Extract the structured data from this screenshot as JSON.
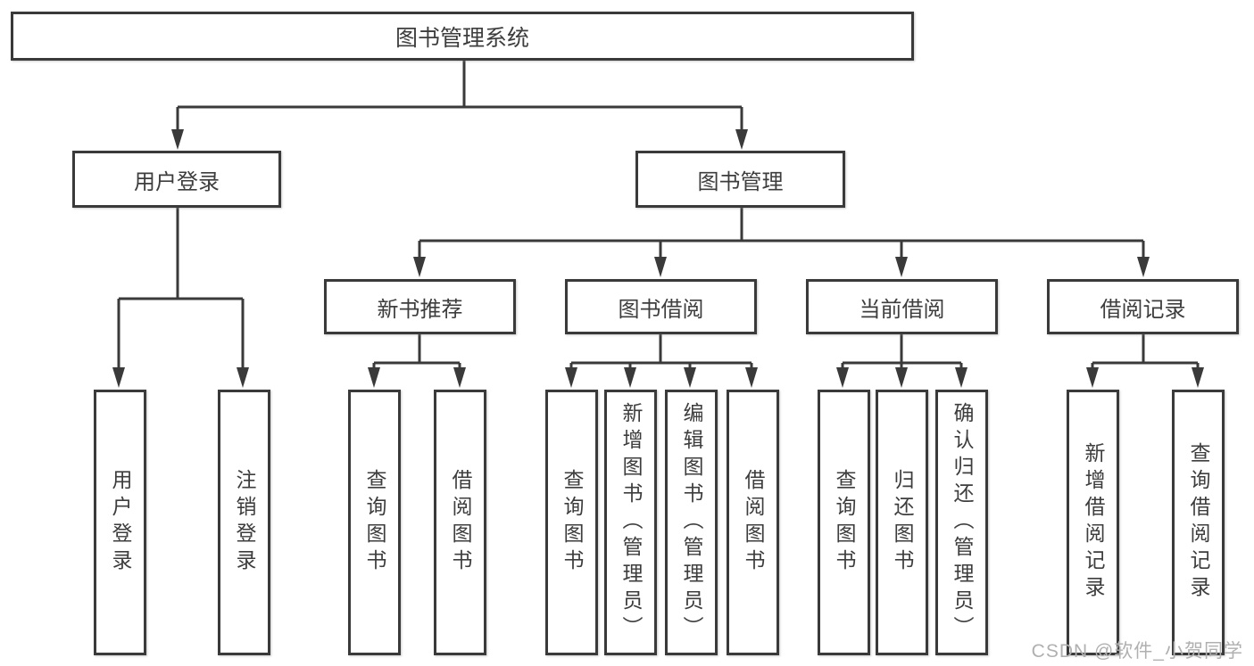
{
  "tree": {
    "label": "图书管理系统",
    "children": [
      {
        "label": "用户登录",
        "children": [
          {
            "label": "用户登录"
          },
          {
            "label": "注销登录"
          }
        ]
      },
      {
        "label": "图书管理",
        "children": [
          {
            "label": "新书推荐",
            "children": [
              {
                "label": "查询图书"
              },
              {
                "label": "借阅图书"
              }
            ]
          },
          {
            "label": "图书借阅",
            "children": [
              {
                "label": "查询图书"
              },
              {
                "label": "新增图书（管理员）"
              },
              {
                "label": "编辑图书（管理员）"
              },
              {
                "label": "借阅图书"
              }
            ]
          },
          {
            "label": "当前借阅",
            "children": [
              {
                "label": "查询图书"
              },
              {
                "label": "归还图书"
              },
              {
                "label": "确认归还（管理员）"
              }
            ]
          },
          {
            "label": "借阅记录",
            "children": [
              {
                "label": "新增借阅记录"
              },
              {
                "label": "查询借阅记录"
              }
            ]
          }
        ]
      }
    ]
  },
  "watermark": {
    "text": "CSDN @软件_小贺同学"
  },
  "colors": {
    "line_color": "#3a3a3a",
    "box_border": "#3a3a3a",
    "text_color": "#3d3d3d",
    "watermark_color": "#b0b0b0",
    "bg_color": "#ffffff"
  }
}
